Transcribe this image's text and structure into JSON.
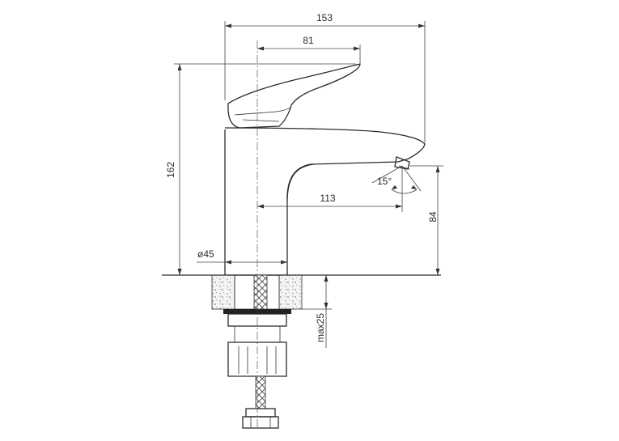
{
  "dimensions": {
    "overall_length": "153",
    "handle_reach": "81",
    "total_height": "162",
    "spout_reach": "113",
    "spout_height": "84",
    "base_diameter": "ø45",
    "spout_angle": "15°",
    "max_counter_thickness": "max25"
  }
}
